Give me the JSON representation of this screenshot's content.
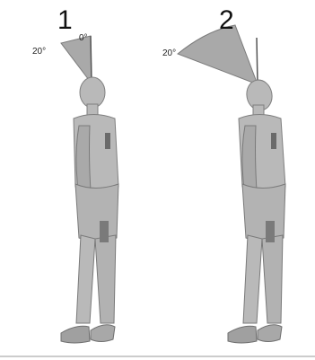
{
  "panels": [
    {
      "number": "1",
      "angle_label": "20°",
      "reference_label": "0°",
      "neck_flexion_deg": 20
    },
    {
      "number": "2",
      "angle_label": "20°",
      "neck_flexion_deg": 20
    }
  ],
  "colors": {
    "figure": "#b9b9b9",
    "figure_shadow": "#8a8a8a",
    "sector": "#a9a9a9",
    "sector_edge": "#777777",
    "baseline": "#999999"
  }
}
